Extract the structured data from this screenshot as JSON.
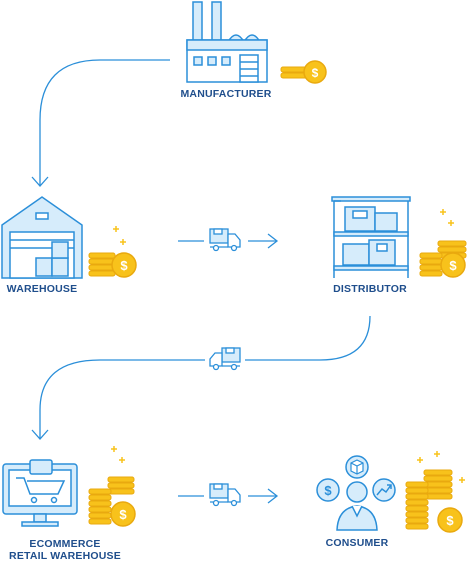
{
  "nodes": {
    "manufacturer": {
      "label": "MANUFACTURER"
    },
    "warehouse": {
      "label": "WAREHOUSE"
    },
    "distributor": {
      "label": "DISTRIBUTOR"
    },
    "ecommerce": {
      "label_line1": "ECOMMERCE",
      "label_line2": "RETAIL WAREHOUSE"
    },
    "consumer": {
      "label": "CONSUMER"
    }
  },
  "colors": {
    "outline": "#2b8fd9",
    "fill_light": "#d6ecfb",
    "coin_gold": "#f8c21b",
    "coin_dark": "#e9a90f",
    "label_text": "#1f4e8c"
  },
  "icons": [
    "factory-icon",
    "warehouse-icon",
    "shelf-rack-icon",
    "computer-cart-icon",
    "person-icon",
    "delivery-truck-icon",
    "coin-stack-icon",
    "dollar-icon",
    "box-icon",
    "growth-chart-icon",
    "sparkle-icon"
  ]
}
